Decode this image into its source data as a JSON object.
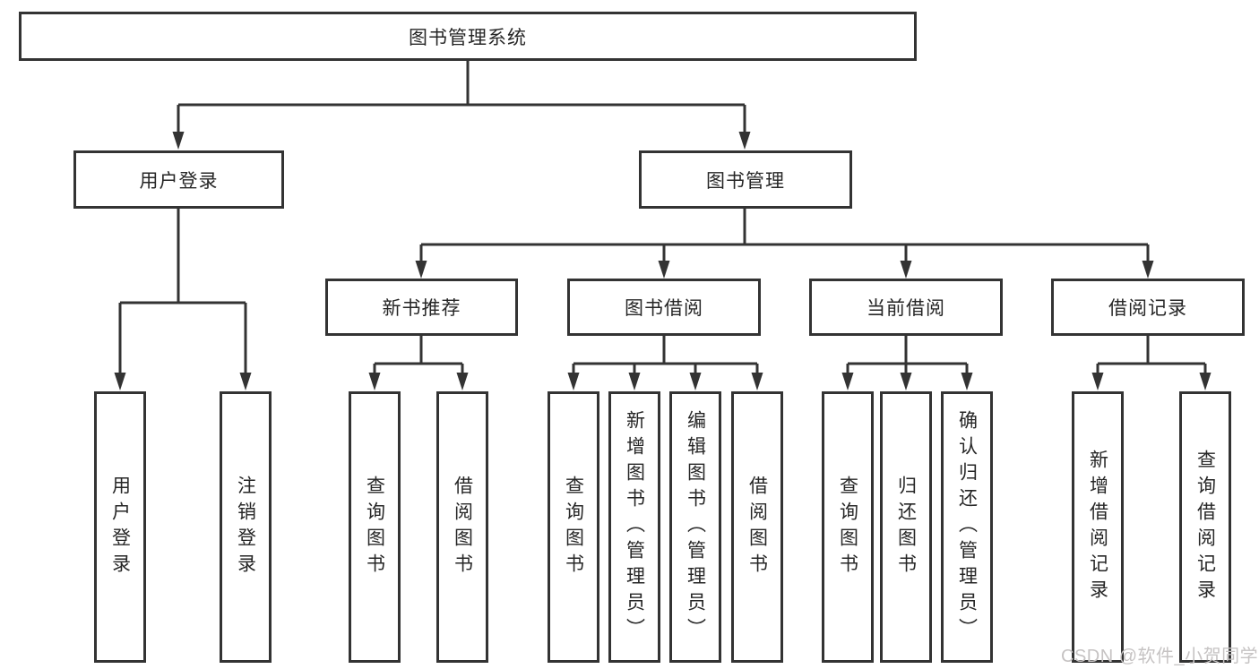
{
  "diagram": {
    "root": {
      "label": "图书管理系统",
      "children": [
        {
          "label": "用户登录",
          "children": [
            {
              "label": "用户登录"
            },
            {
              "label": "注销登录"
            }
          ]
        },
        {
          "label": "图书管理",
          "children": [
            {
              "label": "新书推荐",
              "children": [
                {
                  "label": "查询图书"
                },
                {
                  "label": "借阅图书"
                }
              ]
            },
            {
              "label": "图书借阅",
              "children": [
                {
                  "label": "查询图书"
                },
                {
                  "label": "新增图书（管理员）"
                },
                {
                  "label": "编辑图书（管理员）"
                },
                {
                  "label": "借阅图书"
                }
              ]
            },
            {
              "label": "当前借阅",
              "children": [
                {
                  "label": "查询图书"
                },
                {
                  "label": "归还图书"
                },
                {
                  "label": "确认归还（管理员）"
                }
              ]
            },
            {
              "label": "借阅记录",
              "children": [
                {
                  "label": "新增借阅记录"
                },
                {
                  "label": "查询借阅记录"
                }
              ]
            }
          ]
        }
      ]
    }
  },
  "watermark": {
    "text": "CSDN @软件_小贺同学"
  },
  "colors": {
    "line": "#333333",
    "text": "#262626",
    "watermark": "#c6c3c3",
    "background": "#ffffff"
  }
}
